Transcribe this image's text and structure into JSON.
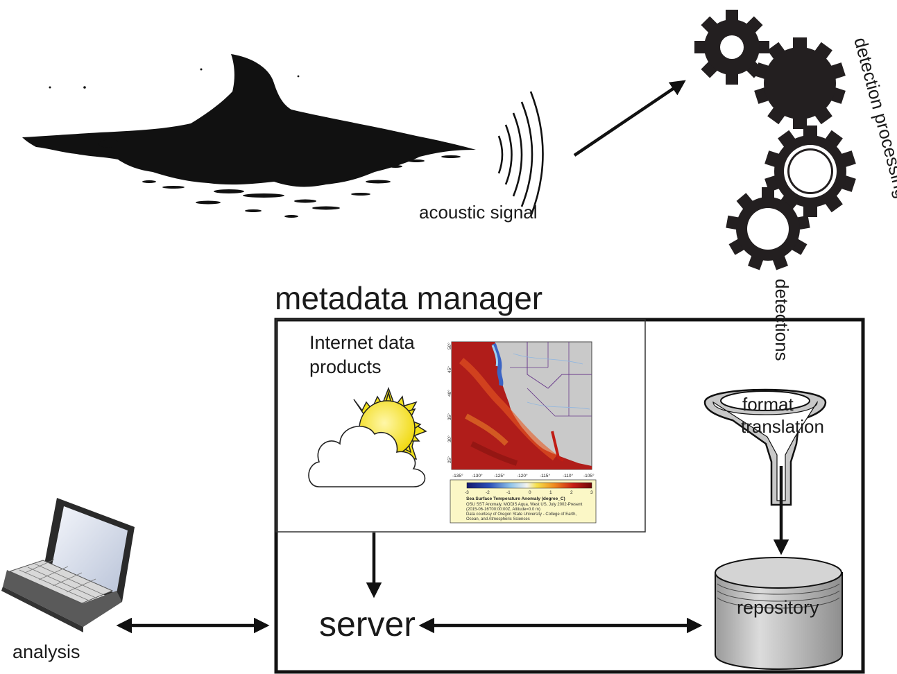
{
  "labels": {
    "acoustic_signal": "acoustic signal",
    "detection_processing": "detection processing",
    "metadata_manager": "metadata manager",
    "detections": "detections",
    "internet_data_line1": "Internet data",
    "internet_data_line2": "products",
    "format_line1": "format",
    "format_line2": "translation",
    "server": "server",
    "repository": "repository",
    "analysis": "analysis"
  },
  "map_inset": {
    "lon_ticks": [
      "-135°",
      "-130°",
      "-125°",
      "-120°",
      "-115°",
      "-110°",
      "-105°"
    ],
    "lat_ticks": [
      "50°",
      "45°",
      "40°",
      "35°",
      "30°",
      "25°"
    ],
    "colorbar_ticks": [
      "-3",
      "-2",
      "-1",
      "0",
      "1",
      "2",
      "3"
    ],
    "caption_title": "Sea Surface Temperature Anomaly (degree_C)",
    "caption_lines": [
      "OSU SST Anomaly, MODIS Aqua, West US, July 2002-Present",
      "(2015-06-16T00:00:00Z, Altitude=0.0 m)",
      "Data courtesy of Oregon State University - College of Earth,",
      "Ocean, and Atmospheric Sciences"
    ]
  },
  "colors": {
    "ink": "#1a1a1a",
    "gear": "#231f20",
    "sun": "#f2e21a",
    "funnel": "#c8c8c8",
    "repository": "#c4c4c4",
    "map_land": "#c9c9c9",
    "map_ocean": "#b01d1a",
    "caption_bg": "#fbf7c6"
  },
  "icons": [
    "dolphin-fin-icon",
    "sound-wave-icon",
    "gear-icon",
    "sun-icon",
    "cloud-icon",
    "funnel-icon",
    "database-icon",
    "laptop-icon"
  ]
}
